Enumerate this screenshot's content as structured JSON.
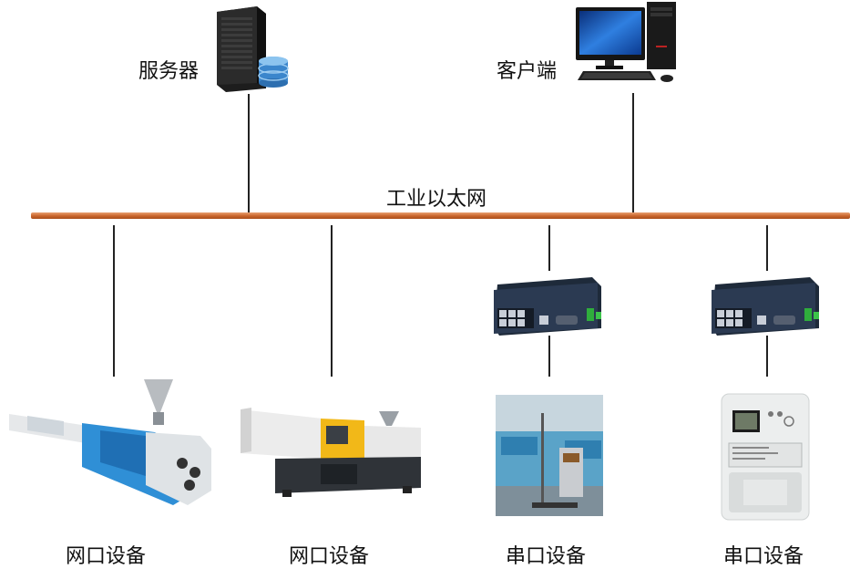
{
  "server": {
    "label": "服务器"
  },
  "client": {
    "label": "客户端"
  },
  "network": {
    "label": "工业以太网",
    "color": "#c9652b"
  },
  "devices": [
    {
      "label": "网口设备",
      "type": "extruder-line"
    },
    {
      "label": "网口设备",
      "type": "injection-molding-machine"
    },
    {
      "label": "串口设备",
      "type": "marking-station",
      "converter": "serial-ethernet-switch"
    },
    {
      "label": "串口设备",
      "type": "electric-meter",
      "converter": "serial-ethernet-switch"
    }
  ]
}
